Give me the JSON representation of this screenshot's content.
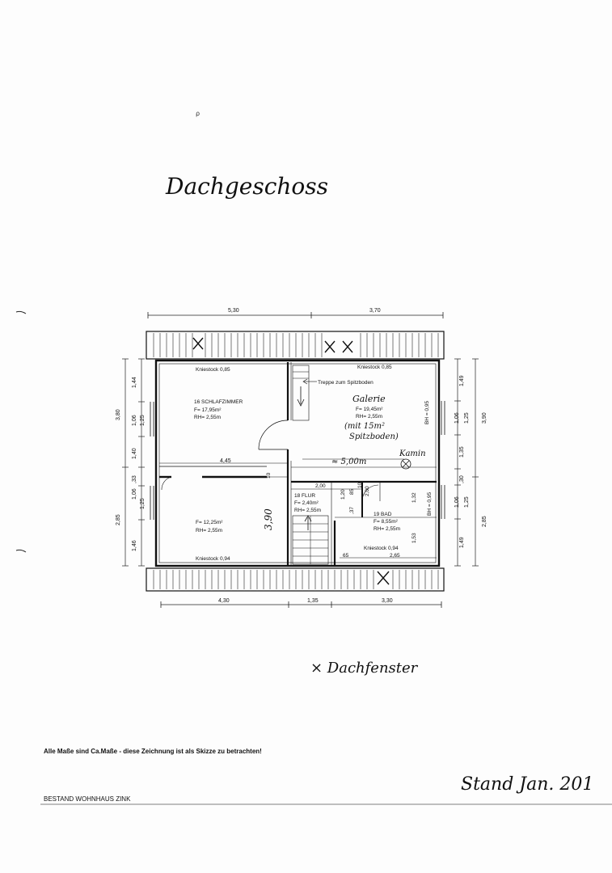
{
  "title_handwritten": "Dachgeschoss",
  "dims_top": [
    "5,30",
    "3,70"
  ],
  "dims_bottom": [
    "4,30",
    "1,35",
    "3,30"
  ],
  "dims_left_outer": [
    "3,80",
    "2,85"
  ],
  "dims_left_inner": [
    "1,44",
    "1,06",
    "1,25",
    "1,40",
    "1,06",
    ",33",
    "1,25",
    "1,46"
  ],
  "dims_right_inner": [
    "1,49",
    "1,06",
    "1,25",
    "1,35",
    ",30",
    "1,06",
    "1,25",
    "1,49"
  ],
  "dims_right_outer": [
    "3,90",
    "2,85"
  ],
  "rooms": {
    "kniestock_tl": "Kniestock 0,85",
    "kniestock_tr": "Kniestock 0,85",
    "kniestock_bl": "Kniestock 0,94",
    "kniestock_br": "Kniestock 0,94",
    "treppe": "Treppe zum Spitzboden",
    "schlafzimmer": {
      "name": "16 SCHLAFZIMMER",
      "f": "F= 17,95m²",
      "rh": "RH= 2,55m"
    },
    "galerie": {
      "name": "Galerie",
      "f": "F= 19,45m²",
      "rh": "RH= 2,55m",
      "note1": "(mit 15m²",
      "note2": "Spitzboden)"
    },
    "kamin": "Kamin",
    "kind": {
      "f": "F= 12,25m²",
      "rh": "RH= 2,55m"
    },
    "flur": {
      "name": "18 FLUR",
      "f": "F= 2,40m²",
      "rh": "RH= 2,55m"
    },
    "bad": {
      "name": "19 BAD",
      "f": "F= 8,55m²",
      "rh": "RH= 2,55m"
    },
    "bh1": "BH = 0,95",
    "bh2": "BH = 0,95"
  },
  "inner_dims": {
    "d445": "4,45",
    "d500": "≈ 5,00m",
    "d200": "2,00",
    "d390": "3,90",
    "d120": "1,20",
    "d85": "85",
    "d37": ",37",
    "d132": "1,32",
    "d153": "1,53",
    "d65": "65",
    "d265": "2,65",
    "d200v": "2,00",
    "d10": "10",
    "d30": "10"
  },
  "legend_handwritten": "× Dachfenster",
  "disclaimer": "Alle Maße sind Ca.Maße - diese Zeichnung ist als Skizze zu betrachten!",
  "owner": "BESTAND WOHNHAUS ZINK",
  "stand": "Stand Jan. 201"
}
